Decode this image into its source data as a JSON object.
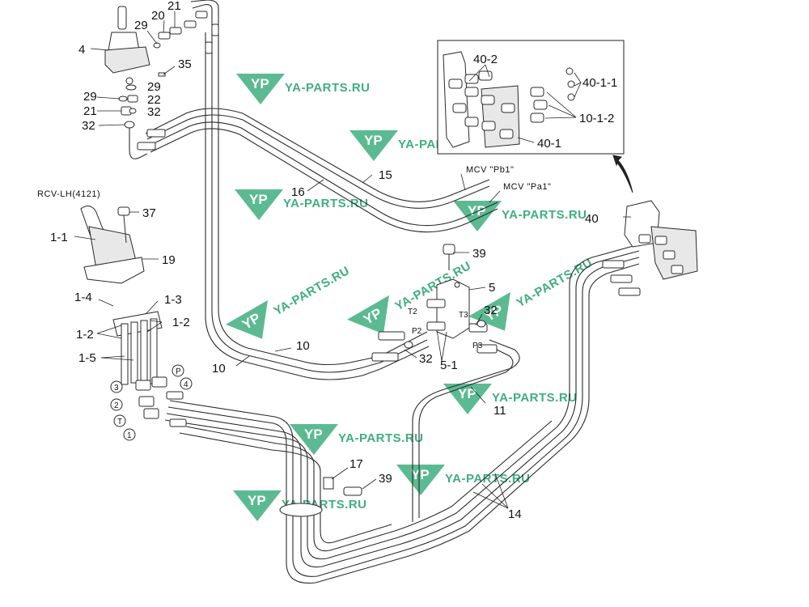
{
  "diagram": {
    "labels": {
      "l4": "4",
      "l29a": "29",
      "l20": "20",
      "l21a": "21",
      "l35": "35",
      "l29b": "29",
      "l29c": "29",
      "l22": "22",
      "l21b": "21",
      "l32a": "32",
      "l32b": "32",
      "rcv": "RCV-LH(4121)",
      "l37": "37",
      "l1_1": "1-1",
      "l19": "19",
      "l1_4": "1-4",
      "l1_3": "1-3",
      "l1_2a": "1-2",
      "l1_2b": "1-2",
      "l1_5": "1-5",
      "l16": "16",
      "l15": "15",
      "mcv_pb1": "MCV \"Pb1\"",
      "mcv_pa1": "MCV \"Pa1\"",
      "l10a": "10",
      "l10b": "10",
      "l39a": "39",
      "l5": "5",
      "l32c": "32",
      "l32d": "32",
      "l5_1": "5-1",
      "t2": "T2",
      "t3": "T3",
      "p2": "P2",
      "p3": "P3",
      "l11": "11",
      "l17": "17",
      "l39b": "39",
      "l14": "14",
      "l40": "40",
      "l40_2": "40-2",
      "l40_1_1": "40-1-1",
      "l10_1_2": "10-1-2",
      "l40_1": "40-1",
      "port_p": "P",
      "port_3": "3",
      "port_4": "4",
      "port_2": "2",
      "port_t": "T",
      "port_1": "1"
    },
    "watermark": {
      "logo": "YP",
      "text": "YA-PARTS.RU",
      "color": "#3fae7f"
    }
  }
}
